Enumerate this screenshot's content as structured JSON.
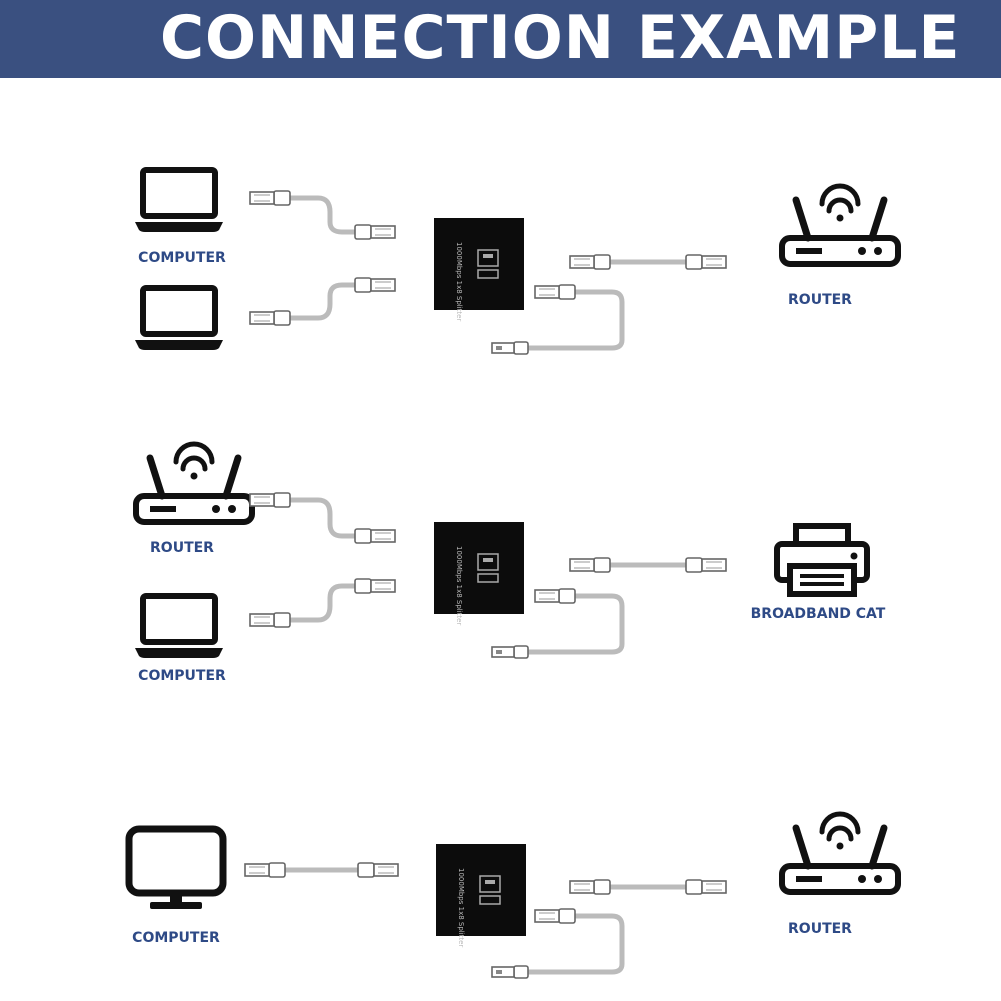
{
  "header": {
    "title": "CONNECTION EXAMPLE"
  },
  "colors": {
    "header_bg": "#3a5080",
    "label": "#2e4a86",
    "icon": "#111111",
    "cable": "#bbbbbb"
  },
  "device": {
    "text": "1000Mbps 1x8 Splitter"
  },
  "rows": [
    {
      "left_top": {
        "icon": "laptop-icon",
        "label": "COMPUTER"
      },
      "left_bottom": {
        "icon": "laptop-icon",
        "label": ""
      },
      "right": {
        "icon": "router-icon",
        "label": "ROUTER"
      }
    },
    {
      "left_top": {
        "icon": "router-icon",
        "label": "ROUTER"
      },
      "left_bottom": {
        "icon": "laptop-icon",
        "label": "COMPUTER"
      },
      "right": {
        "icon": "printer-icon",
        "label": "BROADBAND CAT"
      }
    },
    {
      "left_top": {
        "icon": "monitor-icon",
        "label": "COMPUTER"
      },
      "right": {
        "icon": "router-icon",
        "label": "ROUTER"
      }
    }
  ]
}
